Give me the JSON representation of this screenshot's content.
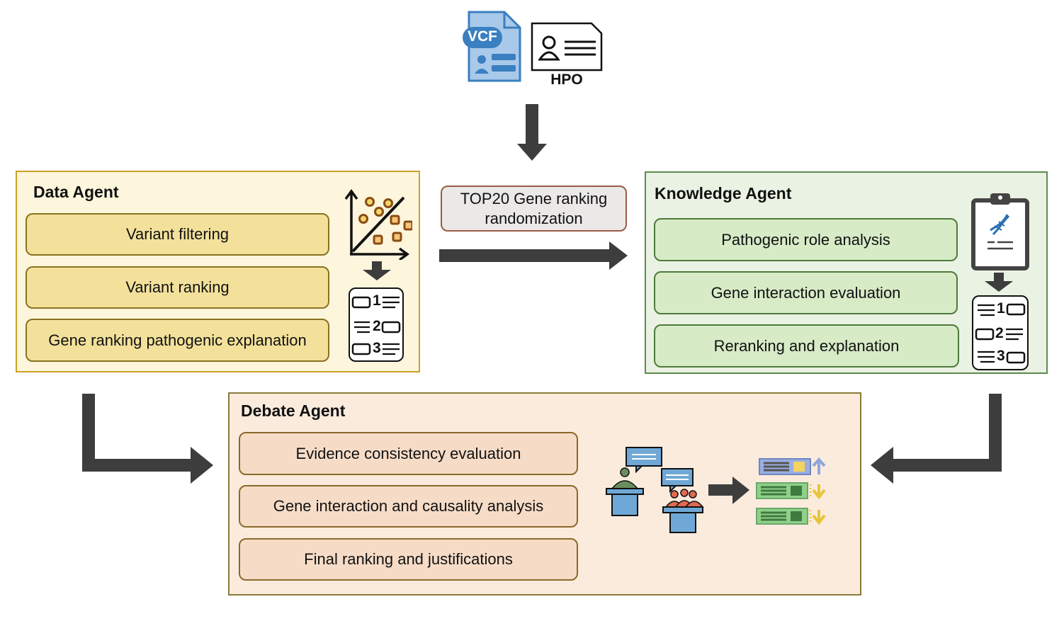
{
  "inputs": {
    "vcf_label": "VCF",
    "hpo_label": "HPO"
  },
  "randomization": {
    "line1": "TOP20 Gene ranking",
    "line2": "randomization"
  },
  "data_agent": {
    "title": "Data Agent",
    "steps": [
      "Variant filtering",
      "Variant ranking",
      "Gene ranking pathogenic explanation"
    ],
    "rank_numbers": [
      "1",
      "2",
      "3"
    ]
  },
  "knowledge_agent": {
    "title": "Knowledge Agent",
    "steps": [
      "Pathogenic role analysis",
      "Gene interaction evaluation",
      "Reranking and explanation"
    ],
    "rank_numbers": [
      "1",
      "2",
      "3"
    ]
  },
  "debate_agent": {
    "title": "Debate Agent",
    "steps": [
      "Evidence consistency evaluation",
      "Gene interaction and causality analysis",
      "Final ranking and justifications"
    ]
  },
  "colors": {
    "arrow": "#3d3d3d",
    "vcf_blue": "#3a7fc0",
    "data_fill": "#fdf6dc",
    "knowledge_fill": "#eaf3e3",
    "debate_fill": "#fbebdd"
  }
}
